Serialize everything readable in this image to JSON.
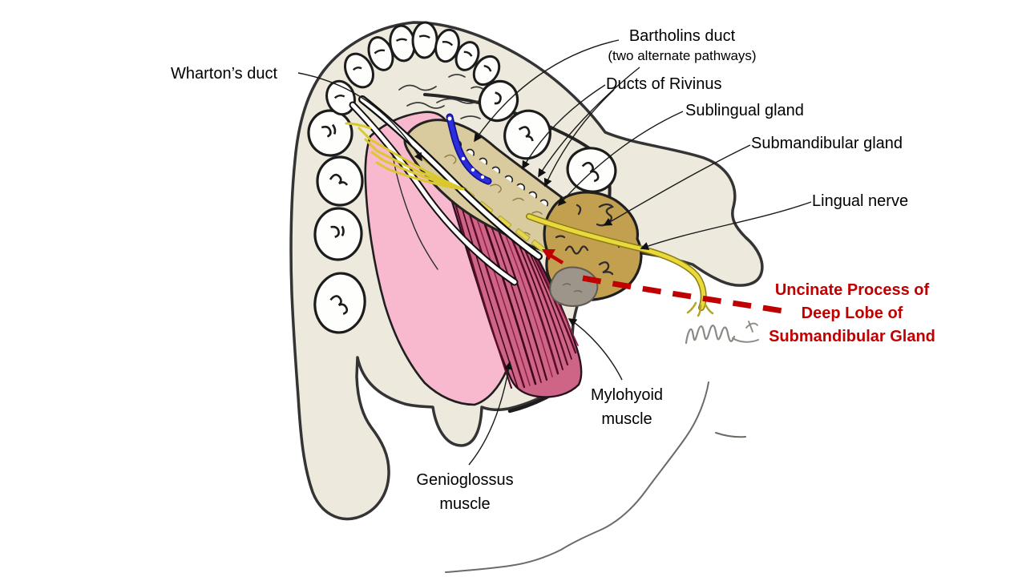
{
  "labels": {
    "whartons_duct": "Wharton’s duct",
    "bartholins_duct": "Bartholins duct",
    "bartholins_note": "(two alternate pathways)",
    "ducts_of_rivinus": "Ducts of Rivinus",
    "sublingual_gland": "Sublingual gland",
    "submandibular_gland": "Submandibular gland",
    "lingual_nerve": "Lingual nerve",
    "uncinate_process": "Uncinate Process of\nDeep Lobe of\nSubmandibular Gland",
    "mylohyoid_muscle": "Mylohyoid\nmuscle",
    "genioglossus_muscle": "Genioglossus\nmuscle"
  },
  "colors": {
    "emphasis_red": "#C00000",
    "label_text": "#000000",
    "bone_fill": "#EDE9DD",
    "tongue_pink": "#F8B9CE",
    "muscle_maroon": "#5A0C28",
    "sublingual_khaki": "#DACB9F",
    "submandibular_tan": "#C2A050",
    "nerve_yellow": "#EAD93A",
    "duct_blue": "#2E2EDD",
    "uncinate_gray": "#9D958A",
    "background": "#FFFFFF"
  }
}
